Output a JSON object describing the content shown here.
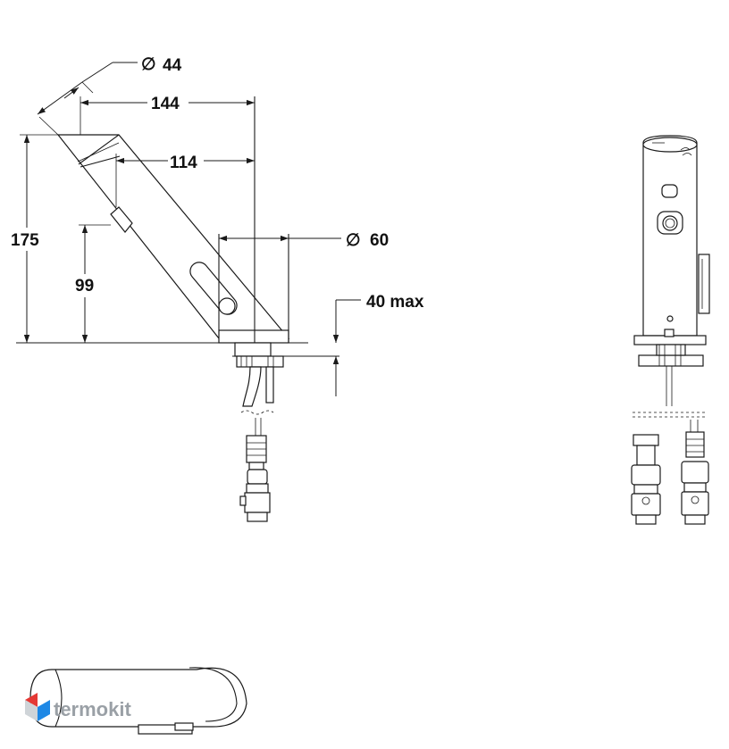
{
  "dimensions": {
    "diameter_top": "44",
    "width_overall": "144",
    "width_spout": "114",
    "diameter_base": "60",
    "height_overall": "175",
    "height_spout": "99",
    "max_thickness": "40 max"
  },
  "symbols": {
    "diameter": "∅"
  },
  "watermark": {
    "text": "termokit"
  },
  "colors": {
    "line": "#1a1a1a",
    "watermark_gray": "#9aa0a6",
    "logo_red": "#e53935",
    "logo_blue": "#1e88e5"
  }
}
